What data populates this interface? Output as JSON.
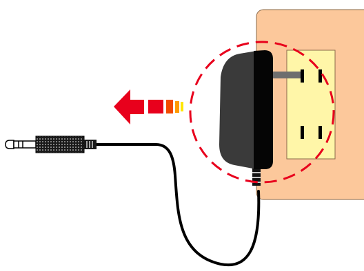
{
  "illustration": {
    "subject": "ac-adapter-unplugged-from-wall-outlet",
    "colors": {
      "wall_plate": "#FCC89B",
      "wall_plate_stroke": "#8A6A4A",
      "outlet": "#FFF6A8",
      "slot": "#000000",
      "adapter_light": "#3A3A3A",
      "adapter_dark": "#050505",
      "prong": "#6E6E6E",
      "cable": "#000000",
      "highlight_circle": "#E8001C",
      "arrow_head": "#E8001C",
      "arrow_blocks": [
        "#E8001C",
        "#F24A00",
        "#FF9A00",
        "#FFE600"
      ],
      "jack_body": "#1A1A1A",
      "jack_tip": "#FFFFFF"
    },
    "parts": [
      "wall-plate",
      "power-outlet",
      "ac-adapter",
      "adapter-prong",
      "power-cable",
      "dc-plug",
      "dashed-highlight-circle",
      "pull-out-arrow"
    ]
  }
}
